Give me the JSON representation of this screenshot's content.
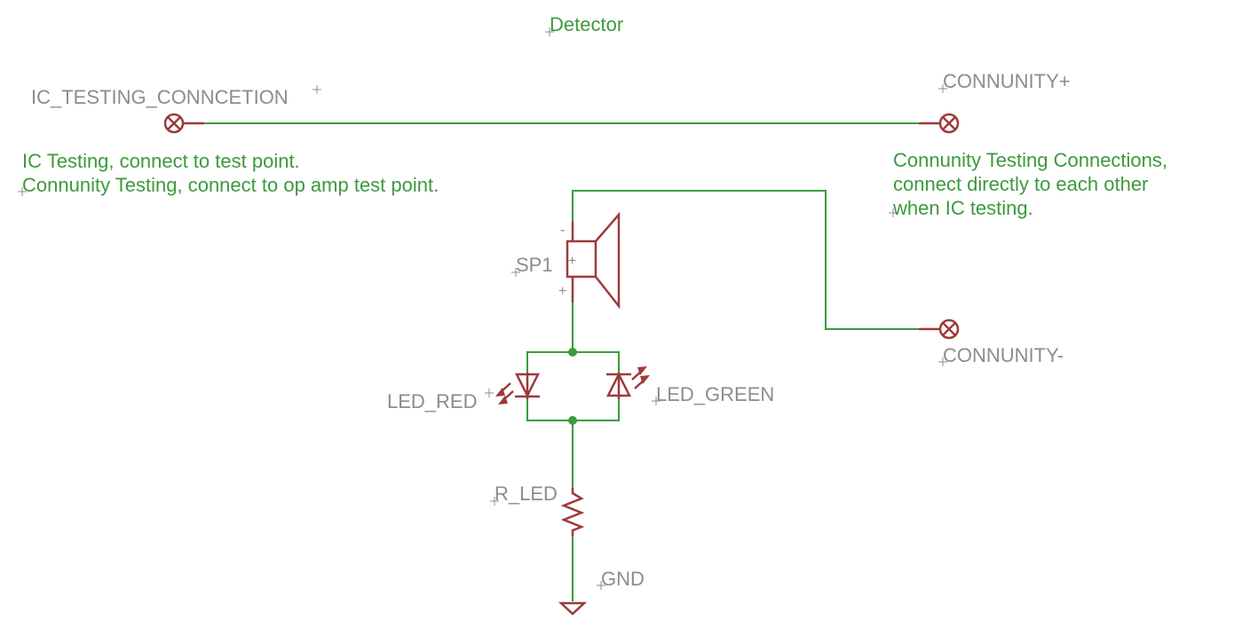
{
  "title": "Detector",
  "labels": {
    "ic_testing_connection": "IC_TESTING_CONNCETION",
    "connunity_plus": "CONNUNITY+",
    "connunity_minus": "CONNUNITY-",
    "sp1": "SP1",
    "led_red": "LED_RED",
    "led_green": "LED_GREEN",
    "r_led": "R_LED",
    "gnd": "GND",
    "pin_minus": "-",
    "pin_plus": "+"
  },
  "notes": {
    "left_line1": "IC Testing, connect to test point.",
    "left_line2": "Connunity Testing, connect to op amp test point.",
    "right_line1": "Connunity Testing Connections,",
    "right_line2": "connect directly to each other",
    "right_line3": "when IC testing."
  },
  "colors": {
    "wire": "#3c9a3c",
    "part": "#9c3a3a",
    "label": "#8c8c8c",
    "note": "#3c9a3c"
  }
}
